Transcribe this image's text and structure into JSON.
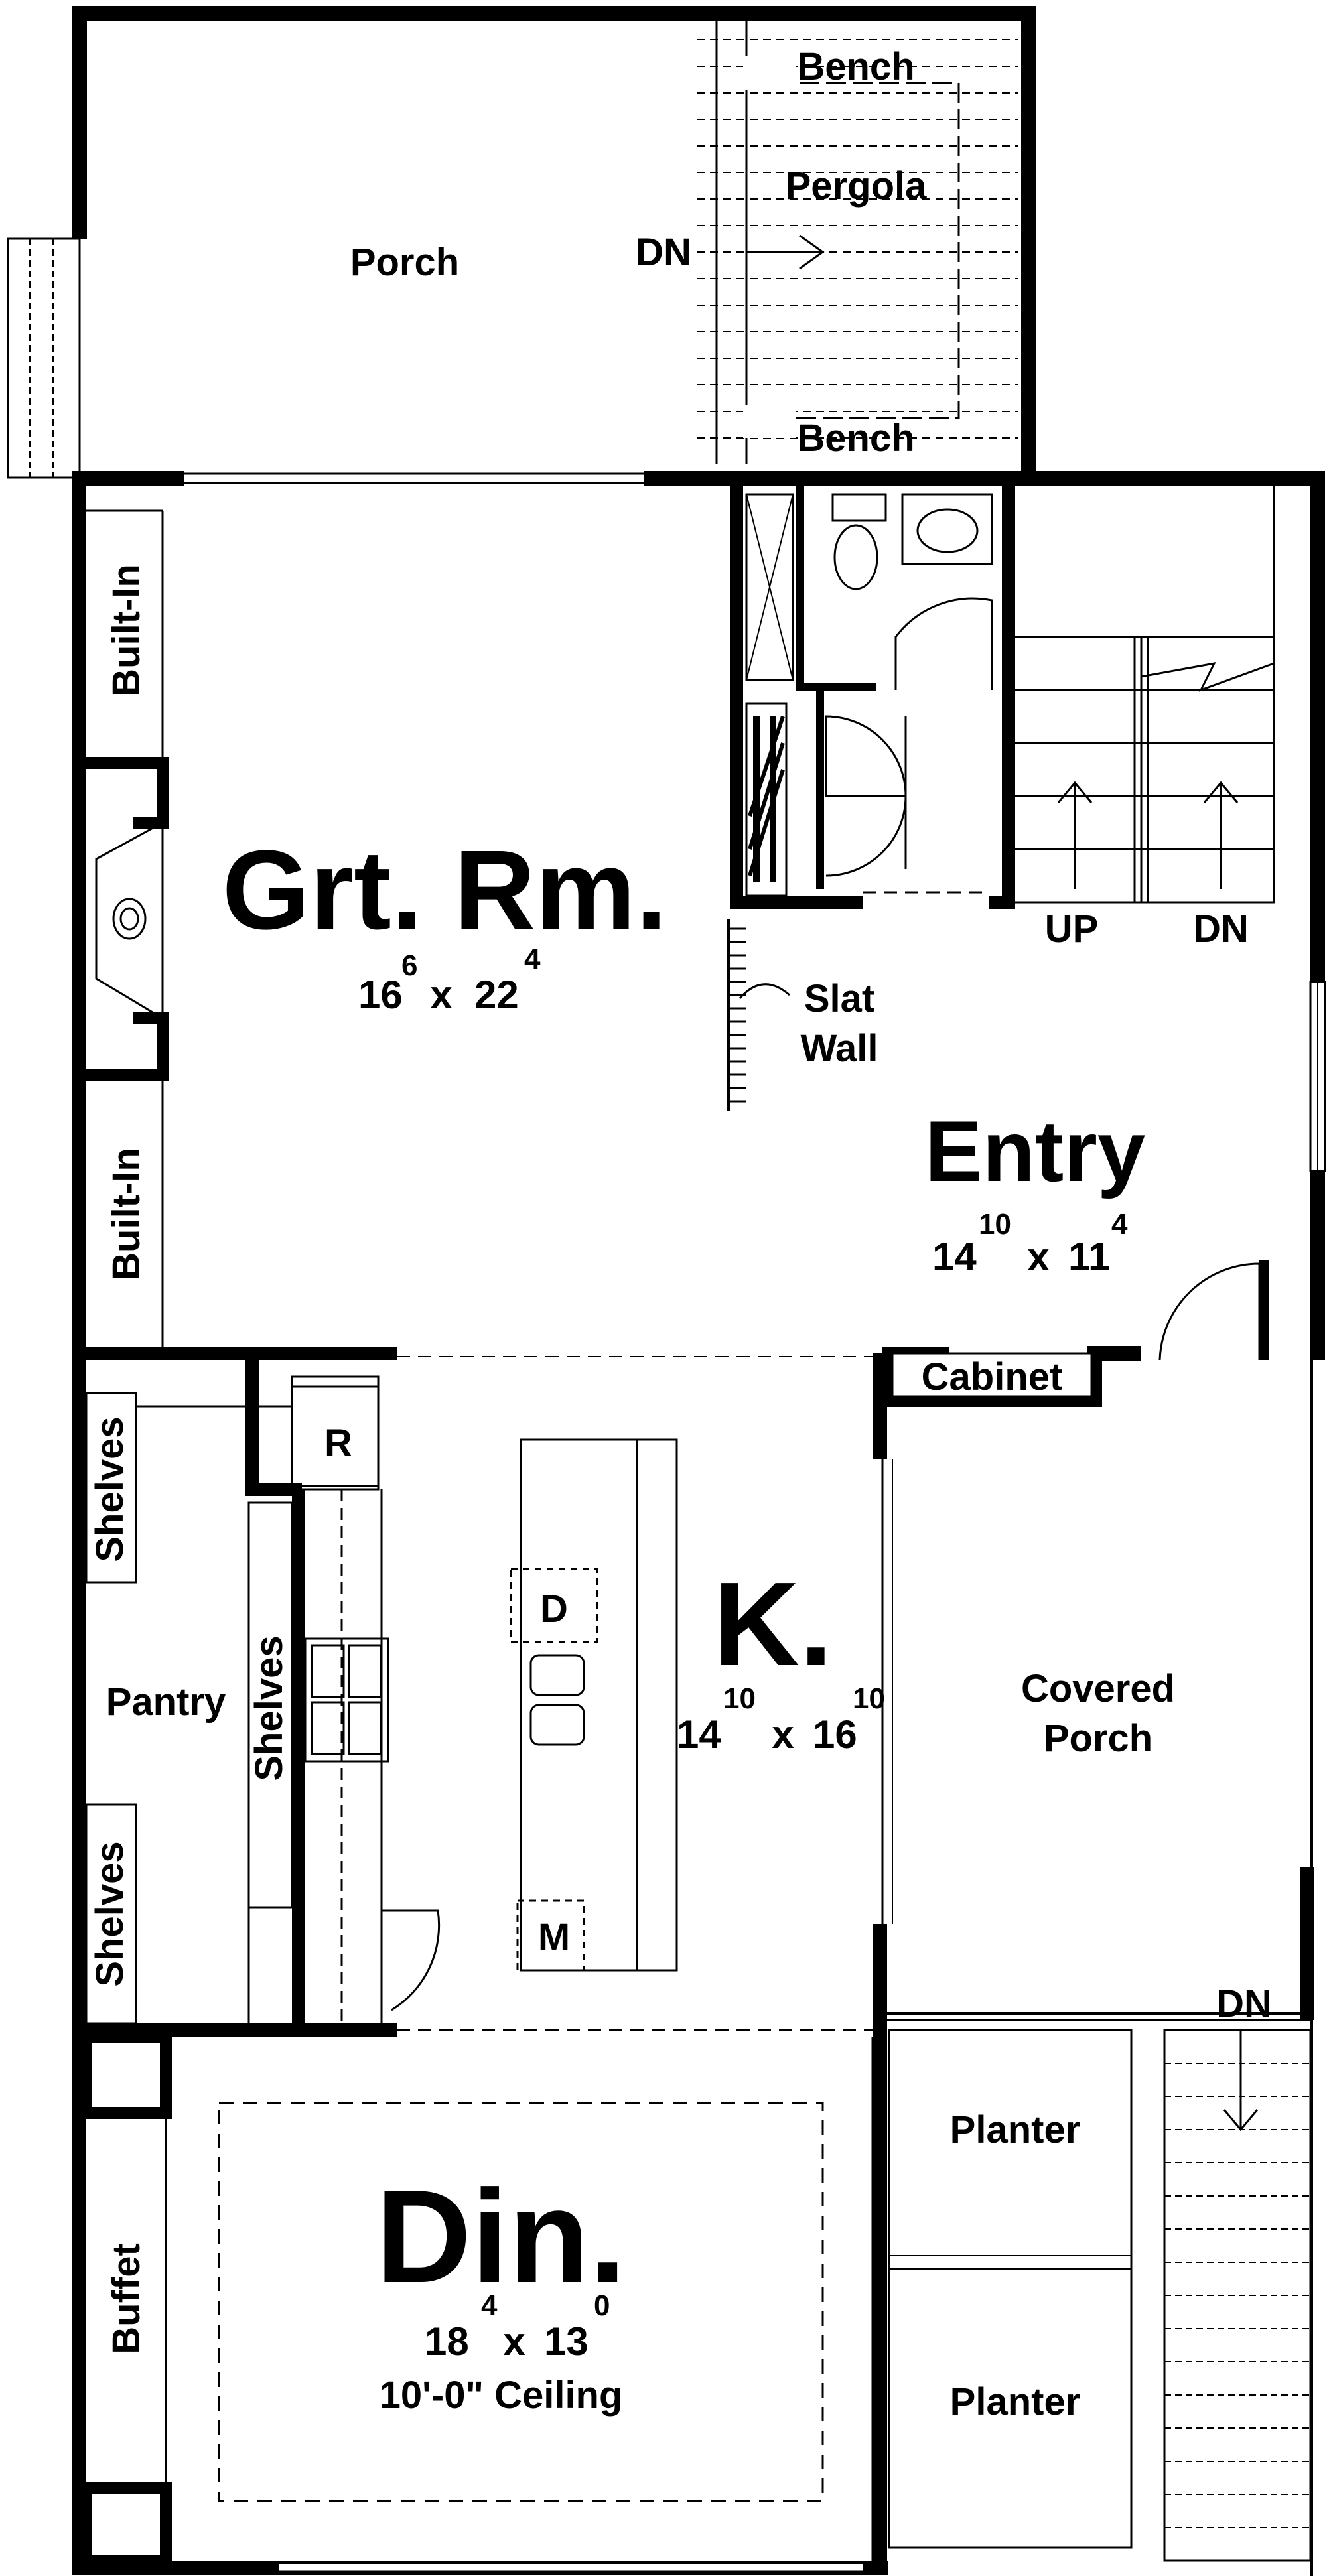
{
  "rooms": {
    "porch": "Porch",
    "pergola": "Pergola",
    "bench_top": "Bench",
    "bench_bottom": "Bench",
    "dn_porch": "DN",
    "great_room": {
      "name": "Grt. Rm.",
      "w": "16",
      "w_in": "6",
      "x": "x",
      "d": "22",
      "d_in": "4"
    },
    "built_in_top": "Built-In",
    "built_in_bottom": "Built-In",
    "slat_wall_1": "Slat",
    "slat_wall_2": "Wall",
    "entry": {
      "name": "Entry",
      "w": "14",
      "w_in": "10",
      "x": "x",
      "d": "11",
      "d_in": "4"
    },
    "stair_up": "UP",
    "stair_dn": "DN",
    "cabinet": "Cabinet",
    "fridge": "R",
    "kitchen": {
      "name": "K.",
      "w": "14",
      "w_in": "10",
      "x": "x",
      "d": "16",
      "d_in": "10"
    },
    "dishwasher": "D",
    "microwave": "M",
    "pantry": "Pantry",
    "shelves_1": "Shelves",
    "shelves_2": "Shelves",
    "shelves_3": "Shelves",
    "covered_porch_1": "Covered",
    "covered_porch_2": "Porch",
    "dn_side": "DN",
    "planter_1": "Planter",
    "planter_2": "Planter",
    "dining": {
      "name": "Din.",
      "w": "18",
      "w_in": "4",
      "x": "x",
      "d": "13",
      "d_in": "0",
      "ceiling": "10'-0\" Ceiling"
    },
    "buffet": "Buffet"
  }
}
